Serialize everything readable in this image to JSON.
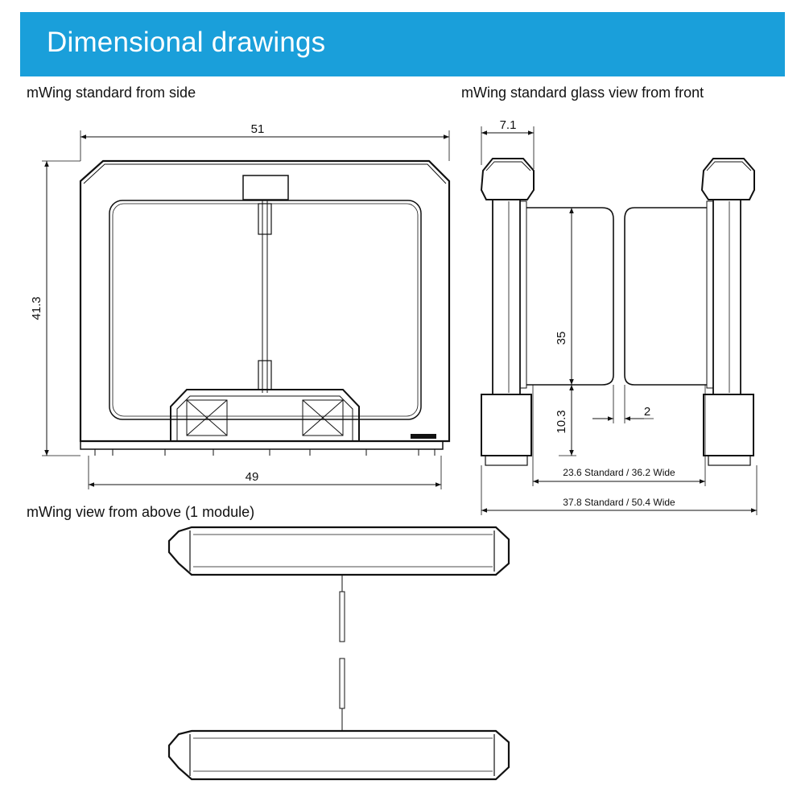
{
  "header": {
    "title": "Dimensional drawings",
    "color": "#1a9fda"
  },
  "sections": {
    "side": "mWing standard from side",
    "front": "mWing standard glass view from front",
    "above": "mWing view from above (1 module)"
  },
  "dimensions": {
    "side_width_top": "51",
    "side_height": "41.3",
    "side_width_bottom": "49",
    "front_post_width": "7.1",
    "front_glass_height": "35",
    "front_base_height": "10.3",
    "front_gap": "2",
    "front_inner_width": "23.6 Standard / 36.2 Wide",
    "front_outer_width": "37.8 Standard / 50.4 Wide"
  }
}
